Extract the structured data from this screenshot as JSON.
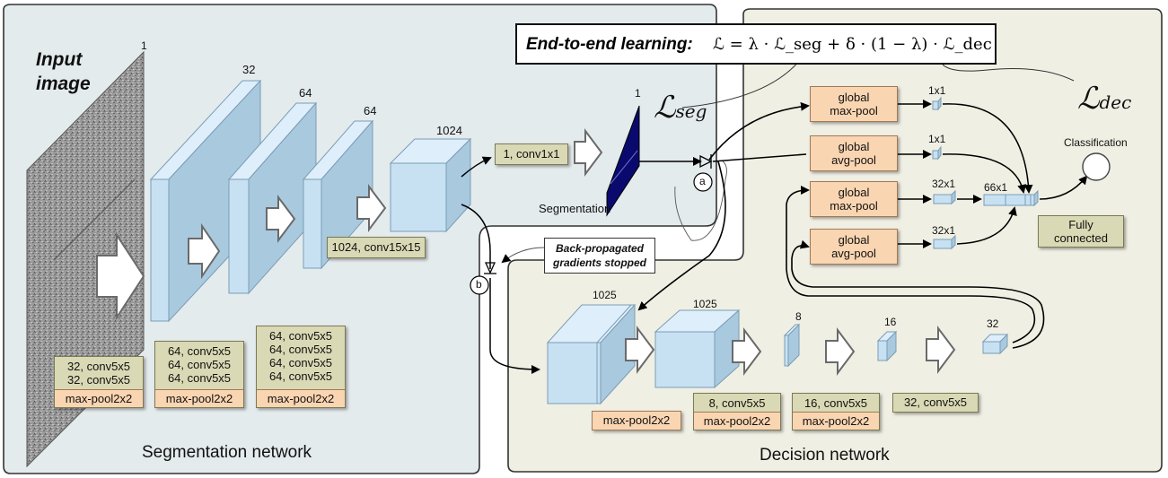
{
  "title_box": {
    "bold_part": "End-to-end learning:",
    "formula": "ℒ = λ · ℒ_seg + δ · (1 − λ) · ℒ_dec"
  },
  "loss_labels": {
    "seg": "ℒ",
    "seg_sub": "seg",
    "dec": "ℒ",
    "dec_sub": "dec"
  },
  "input": {
    "line1": "Input",
    "line2": "image",
    "channels": "1"
  },
  "seg_net": {
    "caption": "Segmentation network",
    "channel_labels": [
      "32",
      "64",
      "64",
      "1024"
    ],
    "block1": {
      "convs": [
        "32, conv5x5",
        "32, conv5x5"
      ],
      "pool": "max-pool2x2"
    },
    "block2": {
      "convs": [
        "64, conv5x5",
        "64, conv5x5",
        "64, conv5x5"
      ],
      "pool": "max-pool2x2"
    },
    "block3": {
      "convs": [
        "64, conv5x5",
        "64, conv5x5",
        "64, conv5x5",
        "64, conv5x5"
      ],
      "pool": "max-pool2x2"
    },
    "conv15": "1024, conv15x15",
    "conv1": "1, conv1x1",
    "seg_channels": "1",
    "seg_label": "Segmentation"
  },
  "markers": {
    "a": "a",
    "b": "b"
  },
  "backprop": {
    "line1": "Back-propagated",
    "line2": "gradients stopped"
  },
  "dec_net": {
    "caption": "Decision network",
    "pools": [
      {
        "line1": "global",
        "line2": "max-pool",
        "size": "1x1"
      },
      {
        "line1": "global",
        "line2": "avg-pool",
        "size": "1x1"
      },
      {
        "line1": "global",
        "line2": "max-pool",
        "size": "32x1"
      },
      {
        "line1": "global",
        "line2": "avg-pool",
        "size": "32x1"
      }
    ],
    "concat_size": "66x1",
    "classification": "Classification",
    "fc": {
      "line1": "Fully",
      "line2": "connected"
    },
    "vol_labels": [
      "1025",
      "1025",
      "8",
      "16",
      "32"
    ],
    "pool1": "max-pool2x2",
    "layer_b": {
      "conv": "8, conv5x5",
      "pool": "max-pool2x2"
    },
    "layer_c": {
      "conv": "16, conv5x5",
      "pool": "max-pool2x2"
    },
    "layer_d": {
      "conv": "32, conv5x5"
    }
  },
  "colors": {
    "seg_panel": "#e4ebed",
    "dec_panel": "#f0efe4",
    "block_face": "#c7e1f3",
    "block_top": "#deeefa",
    "block_side": "#a9c9df",
    "seg_map": "#0a0a6e",
    "green_box": "#dad9b5",
    "orange_box": "#fad5b2"
  }
}
